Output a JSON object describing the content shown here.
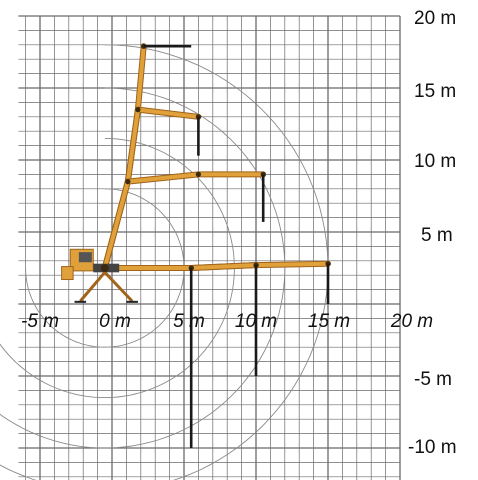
{
  "colors": {
    "boom": "#e0a03a",
    "boom_dark": "#a0641c",
    "grid": "#6a6a6a",
    "arc": "#8a8a8a",
    "hose": "#1a1a1a",
    "text": "#111111"
  },
  "axes": {
    "x_tick_labels": [
      "-5 m",
      "0 m",
      "5 m",
      "10 m",
      "15 m",
      "20 m"
    ],
    "y_tick_labels": [
      "20 m",
      "15 m",
      "10 m",
      "5 m",
      "-5 m",
      "-10 m"
    ],
    "x_range": [
      -6.5,
      20
    ],
    "y_range": [
      -12.5,
      20
    ],
    "grid_step_m": 1
  },
  "reach_arcs_m": [
    5.5,
    9,
    12.5,
    15.5
  ],
  "boom_positions": [
    {
      "joints": [
        [
          -0.5,
          2.5
        ],
        [
          1.1,
          8.5
        ],
        [
          1.8,
          13.5
        ],
        [
          2.2,
          17.9
        ]
      ],
      "hose_end": [
        [
          2.2,
          17.9
        ],
        [
          5.5,
          17.9
        ]
      ]
    },
    {
      "joints": [
        [
          -0.5,
          2.5
        ],
        [
          1.1,
          8.5
        ],
        [
          1.8,
          13.5
        ],
        [
          6,
          13
        ]
      ],
      "hose_end": [
        [
          6,
          13
        ],
        [
          6,
          10.3
        ]
      ]
    },
    {
      "joints": [
        [
          -0.5,
          2.5
        ],
        [
          1.1,
          8.5
        ],
        [
          6,
          9
        ],
        [
          10.5,
          9
        ]
      ],
      "hose_end": [
        [
          10.5,
          9
        ],
        [
          10.5,
          5.7
        ]
      ]
    },
    {
      "joints": [
        [
          -0.5,
          2.5
        ],
        [
          5.5,
          2.5
        ],
        [
          10,
          2.7
        ],
        [
          15,
          2.8
        ]
      ],
      "hose_end": [
        [
          15,
          2.8
        ],
        [
          15,
          0
        ]
      ]
    },
    {
      "joints": [
        [
          -0.5,
          2.5
        ],
        [
          5.5,
          2.5
        ],
        [
          10,
          2.7
        ]
      ],
      "hose_end": [
        [
          10,
          2.7
        ],
        [
          10,
          -5
        ]
      ]
    },
    {
      "joints": [
        [
          -0.5,
          2.5
        ],
        [
          5.5,
          2.5
        ]
      ],
      "hose_end": [
        [
          5.5,
          2.5
        ],
        [
          5.5,
          -10
        ]
      ]
    }
  ]
}
